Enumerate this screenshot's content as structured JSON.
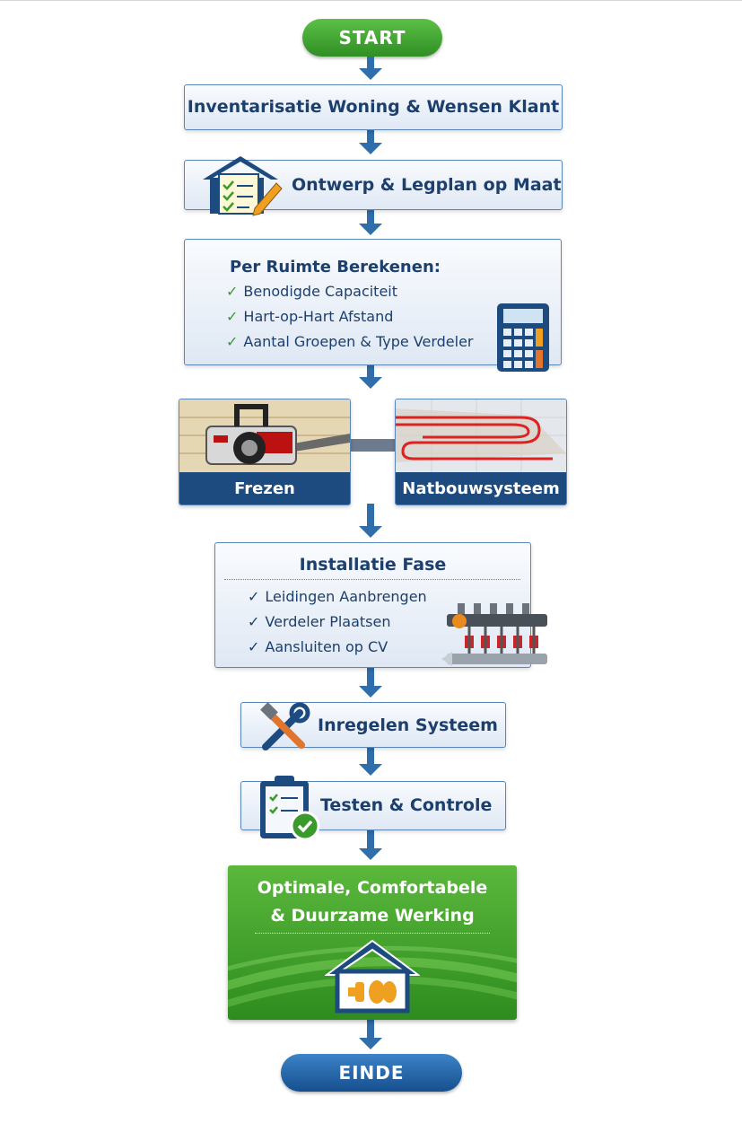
{
  "start_label": "START",
  "end_label": "EINDE",
  "steps": {
    "inventarisatie": "Inventarisatie Woning & Wensen Klant",
    "ontwerp": "Ontwerp & Legplan op Maat",
    "berekenen_title": "Per Ruimte Berekenen:",
    "berekenen_items": [
      "Benodigde Capaciteit",
      "Hart-op-Hart Afstand",
      "Aantal Groepen & Type Verdeler"
    ],
    "frezen": "Frezen",
    "natbouw": "Natbouwsysteem",
    "installatie_title": "Installatie Fase",
    "installatie_items": [
      "Leidingen Aanbrengen",
      "Verdeler Plaatsen",
      "Aansluiten op CV"
    ],
    "inregelen": "Inregelen Systeem",
    "testen": "Testen & Controle",
    "result_line1": "Optimale, Comfortabele",
    "result_line2": "& Duurzame Werking"
  },
  "colors": {
    "accent_blue": "#1c3f6e",
    "arrow_blue": "#2f6dab",
    "green": "#3a9a2c"
  },
  "icons": [
    "house-checklist-icon",
    "calculator-icon",
    "manifold-icon",
    "tools-icon",
    "clipboard-check-icon",
    "house-heating-icon"
  ]
}
